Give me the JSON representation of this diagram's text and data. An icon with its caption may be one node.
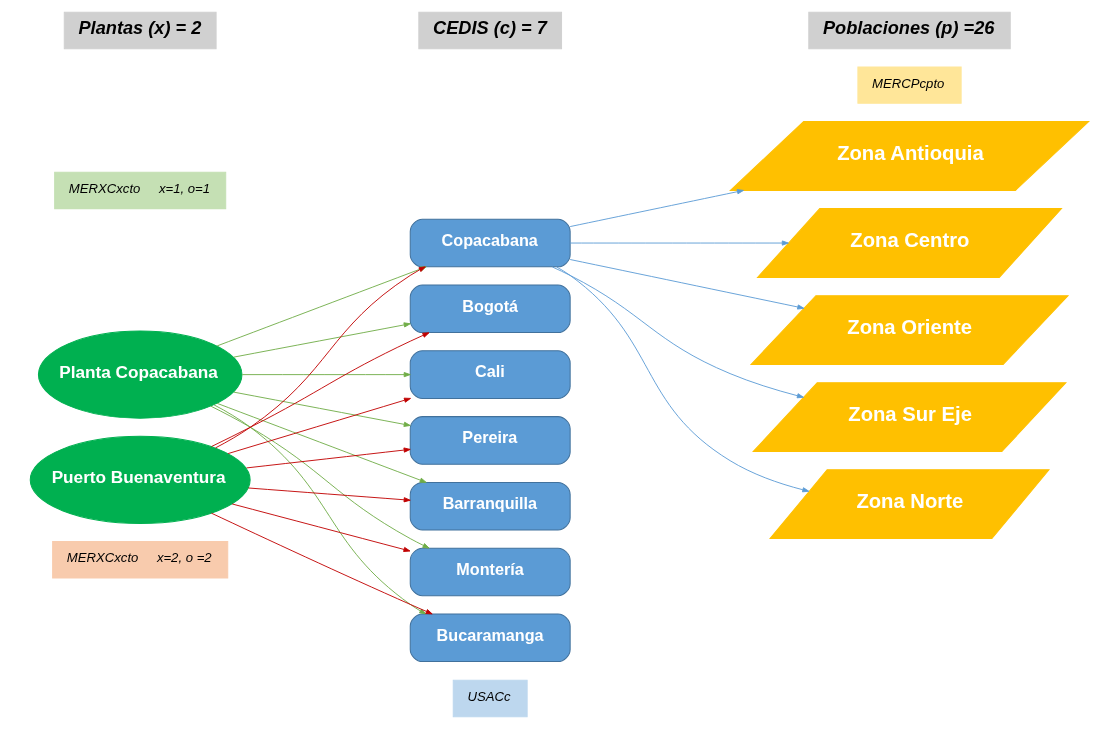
{
  "diagram": {
    "nodes": [
      {
        "text": [
          "Plantas (x) = 2"
        ]
      },
      {
        "text": [
          "CEDIS (c) = 7"
        ]
      },
      {
        "text": [
          "Poblaciones (p) =26"
        ]
      },
      {
        "text": [
          "MERXCxcto",
          "x=1, o=1"
        ]
      },
      {
        "text": [
          "Planta Copacabana"
        ]
      },
      {
        "text": [
          "Puerto Buenaventura"
        ]
      },
      {
        "text": [
          "MERXCxcto",
          "x=2, o =2"
        ]
      },
      {
        "text": [
          "Copacabana"
        ]
      },
      {
        "text": [
          "Bogotá"
        ]
      },
      {
        "text": [
          "Cali"
        ]
      },
      {
        "text": [
          "Pereira"
        ]
      },
      {
        "text": [
          "Barranquilla"
        ]
      },
      {
        "text": [
          "Montería"
        ]
      },
      {
        "text": [
          "Bucaramanga"
        ]
      },
      {
        "text": [
          "USACc"
        ]
      },
      {
        "text": [
          "MERCPcpto"
        ]
      },
      {
        "text": [
          "Zona Antioquia"
        ]
      },
      {
        "text": [
          "Zona Centro"
        ]
      },
      {
        "text": [
          "Zona Oriente"
        ]
      },
      {
        "text": [
          "Zona Sur Eje"
        ]
      },
      {
        "text": [
          "Zona Norte"
        ]
      }
    ],
    "edges": [
      {
        "from": 4,
        "to": 7,
        "arrow": "to",
        "color": "#70ad47"
      },
      {
        "from": 4,
        "to": 8,
        "arrow": "to",
        "color": "#70ad47"
      },
      {
        "from": 4,
        "to": 9,
        "arrow": "to",
        "color": "#70ad47"
      },
      {
        "from": 4,
        "to": 10,
        "arrow": "to",
        "color": "#70ad47"
      },
      {
        "from": 4,
        "to": 11,
        "arrow": "to",
        "color": "#70ad47"
      },
      {
        "from": 4,
        "to": 12,
        "arrow": "to",
        "color": "#70ad47"
      },
      {
        "from": 4,
        "to": 13,
        "arrow": "to",
        "color": "#70ad47"
      },
      {
        "from": 5,
        "to": 7,
        "arrow": "to",
        "color": "#c00000"
      },
      {
        "from": 5,
        "to": 8,
        "arrow": "to",
        "color": "#c00000"
      },
      {
        "from": 5,
        "to": 9,
        "arrow": "to",
        "color": "#c00000"
      },
      {
        "from": 5,
        "to": 10,
        "arrow": "to",
        "color": "#c00000"
      },
      {
        "from": 5,
        "to": 11,
        "arrow": "to",
        "color": "#c00000"
      },
      {
        "from": 5,
        "to": 12,
        "arrow": "to",
        "color": "#c00000"
      },
      {
        "from": 5,
        "to": 13,
        "arrow": "to",
        "color": "#c00000"
      },
      {
        "from": 7,
        "to": 16,
        "arrow": "to",
        "color": "#5b9bd5"
      },
      {
        "from": 7,
        "to": 17,
        "arrow": "to",
        "color": "#5b9bd5"
      },
      {
        "from": 7,
        "to": 18,
        "arrow": "to",
        "color": "#5b9bd5"
      },
      {
        "from": 7,
        "to": 19,
        "arrow": "to",
        "color": "#5b9bd5"
      },
      {
        "from": 7,
        "to": 20,
        "arrow": "to",
        "color": "#5b9bd5"
      }
    ]
  }
}
